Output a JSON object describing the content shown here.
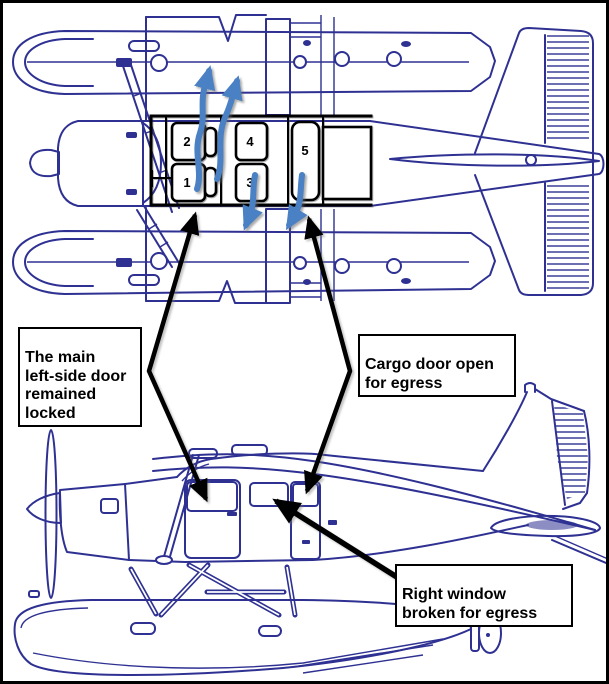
{
  "callouts": {
    "main_door": {
      "text": "The main\nleft-side door\nremained\nlocked"
    },
    "cargo_door": {
      "text": "Cargo door open\nfor egress"
    },
    "right_window": {
      "text": "Right window\nbroken for egress"
    }
  },
  "top_view": {
    "seats": [
      {
        "label": "1"
      },
      {
        "label": "2"
      },
      {
        "label": "3"
      },
      {
        "label": "4"
      },
      {
        "label": "5"
      }
    ]
  },
  "colors": {
    "blueprint": "#2e3192",
    "egress_arrow": "#4a80c4",
    "annotation": "#000000",
    "background": "#ffffff"
  }
}
